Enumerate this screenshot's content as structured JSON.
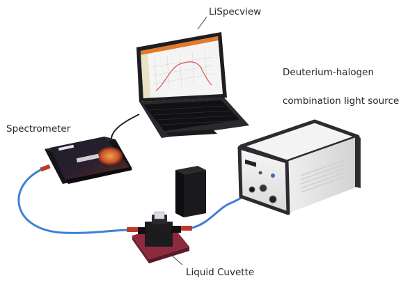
{
  "labels": {
    "lispecview": "LiSpecview",
    "spectrometer": "Spectrometer",
    "light_source_line1": "Deuterium-halogen",
    "light_source_line2": "combination light source",
    "cuvette": "Liquid Cuvette"
  },
  "colors": {
    "fiber": "#3f7fd6",
    "connector": "#c0392b",
    "cuvette_base": "#8e2a3f",
    "source_body": "#ececec",
    "source_frame": "#2b2b30",
    "laptop": "#1e1e22",
    "spectrum_curve": "#d9534f"
  }
}
